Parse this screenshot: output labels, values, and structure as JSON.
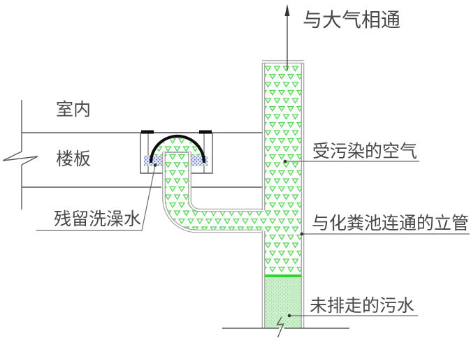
{
  "diagram": {
    "type": "plumbing-cross-section",
    "labels": {
      "atmosphere": "与大气相通",
      "indoor": "室内",
      "floor_slab": "楼板",
      "residual_bath_water": "残留洗澡水",
      "polluted_air": "受污染的空气",
      "riser_pipe": "与化粪池连通的立管",
      "undrained_sewage": "未排走的污水"
    }
  },
  "colors": {
    "background": "#ffffff",
    "line": "#5a5a5a",
    "pipe_wall": "#9a9a9a",
    "pattern_green": "#52d452",
    "sewage_fill": "#cff0cf",
    "sewage_dot": "#9fdc9f",
    "sewage_surface": "#2fd32f",
    "water_fill": "#e3e7f7",
    "water_blue": "#6272cc",
    "dome_black": "#0d0d0d",
    "text": "#484848"
  }
}
